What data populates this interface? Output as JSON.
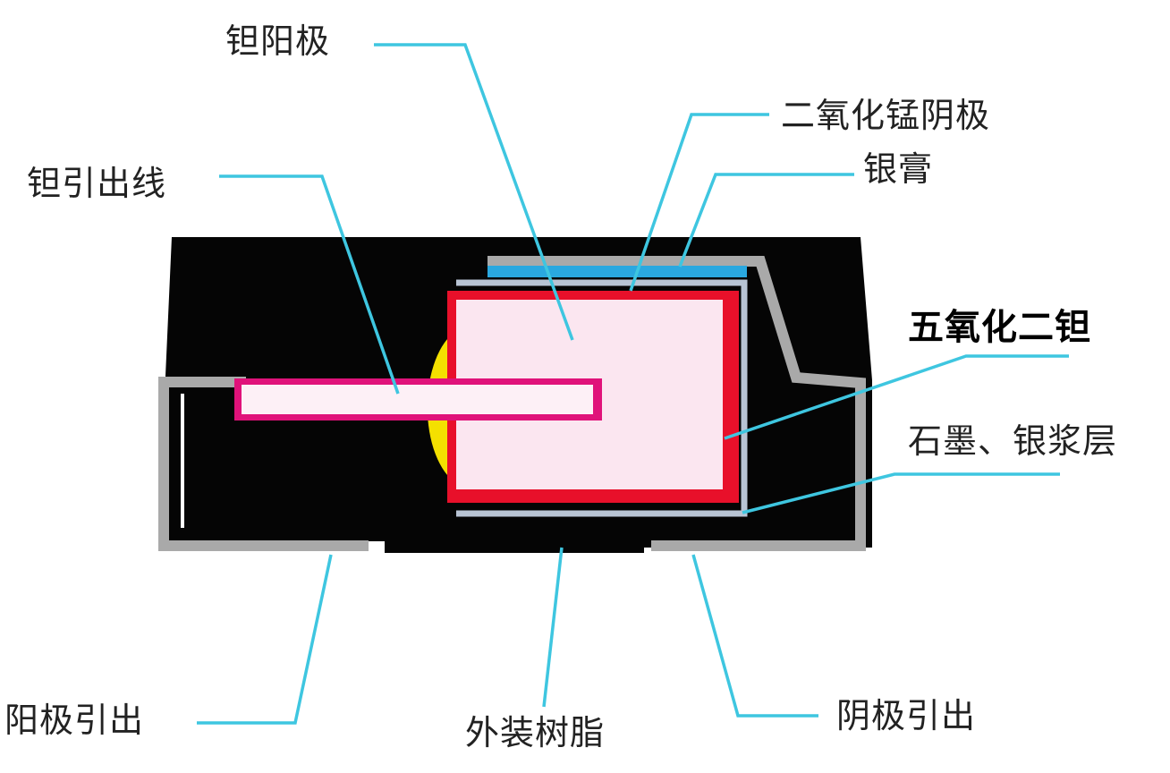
{
  "labels": {
    "tantalum_anode": "钽阳极",
    "mno2_cathode": "二氧化锰阴极",
    "silver_paste": "银膏",
    "tantalum_lead_wire": "钽引出线",
    "tantalum_pentoxide": "五氧化二钽",
    "graphite_silver_layer": "石墨、银浆层",
    "anode_terminal": "阳极引出",
    "molded_resin": "外装树脂",
    "cathode_terminal": "阴极引出"
  },
  "colors": {
    "leader_line": "#3ec6e0",
    "body": "#050505",
    "terminal": "#a9a9a9",
    "silver_paste": "#2aa8e0",
    "oxide_layer": "#e8102a",
    "anode_fill": "#fbe6f0",
    "lead_wire_border": "#e0127a",
    "weld": "#f4e000"
  }
}
